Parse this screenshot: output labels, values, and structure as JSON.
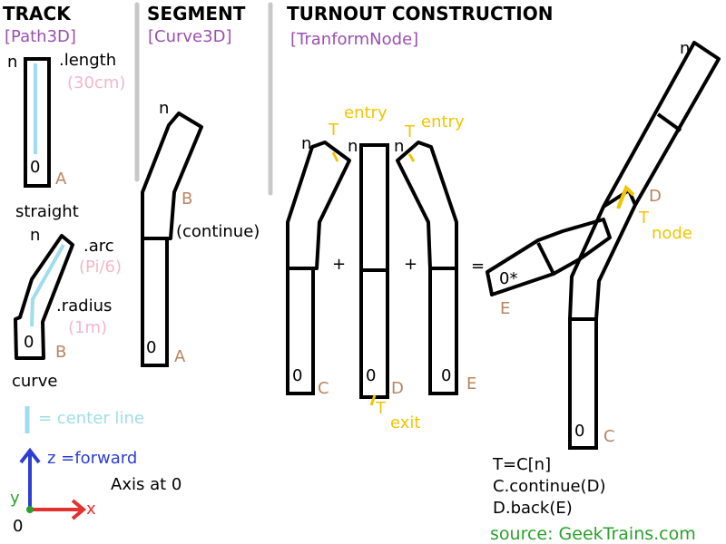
{
  "headers": {
    "track": "TRACK",
    "track_type": "[Path3D]",
    "segment": "SEGMENT",
    "segment_type": "[Curve3D]",
    "turnout": "TURNOUT CONSTRUCTION",
    "turnout_type": "[TranformNode]"
  },
  "track_section": {
    "n": "n",
    "zero": "0",
    "length": ".length",
    "length_value": "(30cm)",
    "a": "A",
    "straight": "straight",
    "arc": ".arc",
    "arc_value": "(Pi/6)",
    "radius": ".radius",
    "radius_value": "(1m)",
    "b": "B",
    "curve": "curve"
  },
  "legend": {
    "center_line": "= center line",
    "z_label": "z =forward",
    "y_label": "y",
    "x_label": "x",
    "origin": "0",
    "axis_note": "Axis at 0"
  },
  "segment_section": {
    "n": "n",
    "b": "B",
    "continue": "(continue)",
    "zero": "0",
    "a": "A"
  },
  "turnout_section": {
    "n": "n",
    "t": "T",
    "entry": "entry",
    "exit": "exit",
    "node": "node",
    "zero": "0",
    "zero_star": "0*",
    "c": "C",
    "d": "D",
    "e": "E",
    "plus": "+",
    "equals": "="
  },
  "notes": {
    "line1": "T=C[n]",
    "line2": "C.continue(D)",
    "line3": "D.back(E)"
  },
  "source": "source: GeekTrains.com",
  "colors": {
    "header_type": "#9b4fb0",
    "pink": "#f4b6c8",
    "brown": "#b8855f",
    "yellow": "#f2c400",
    "blue": "#2d3ed6",
    "green": "#2ca02c",
    "cyan": "#9fdcec",
    "red": "#e53030",
    "divider": "#c8c8c8"
  }
}
